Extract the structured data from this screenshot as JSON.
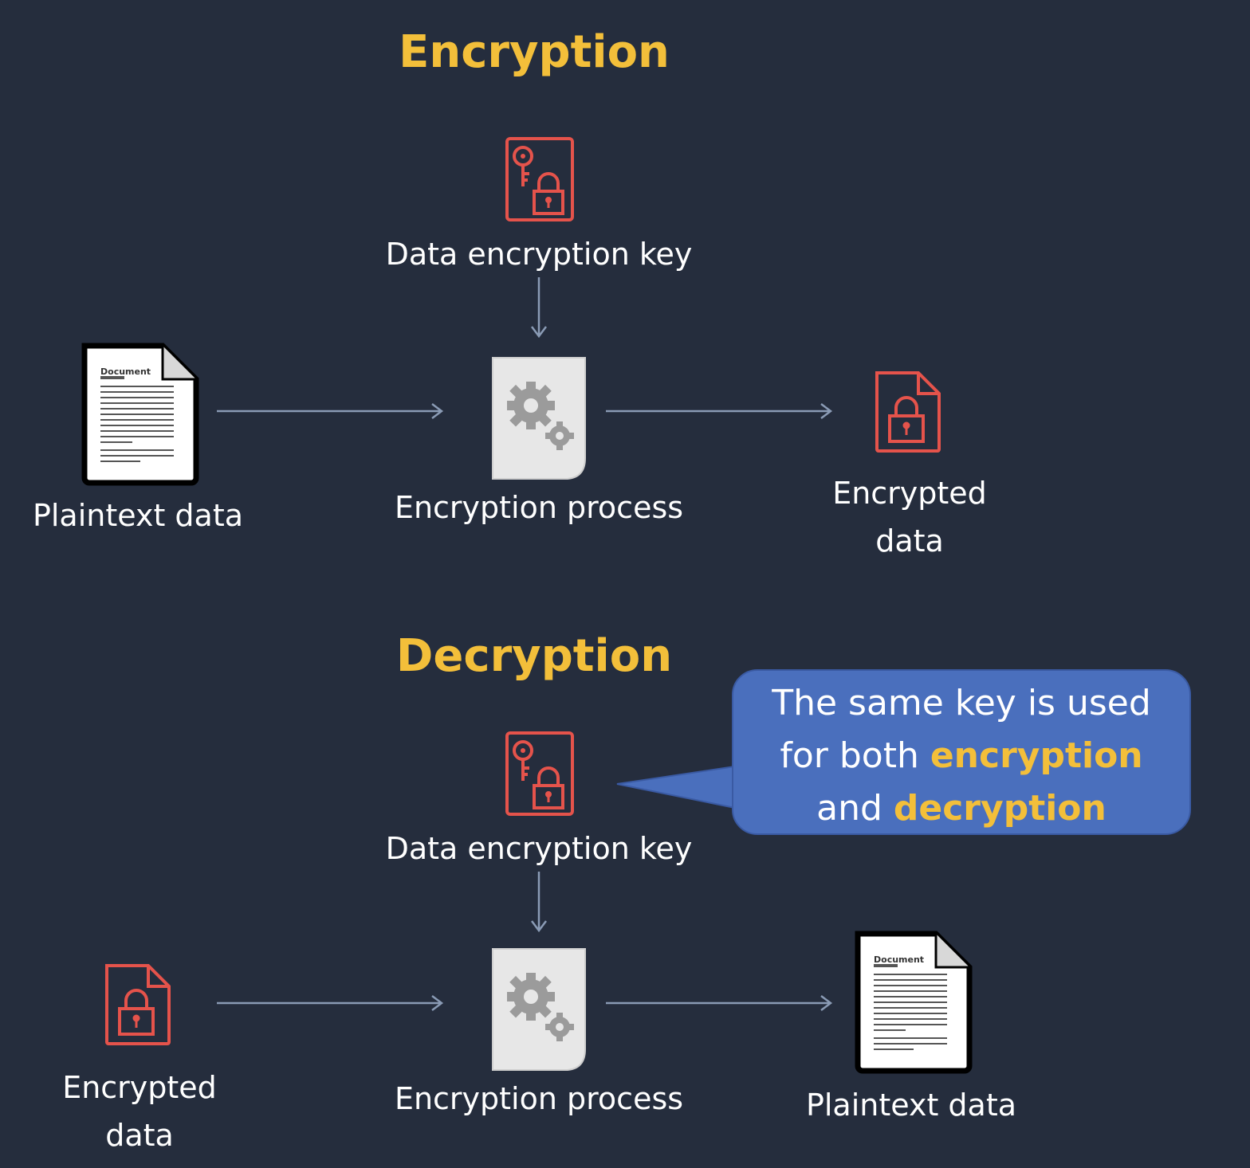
{
  "encryption": {
    "title": "Encryption",
    "key_label": "Data encryption key",
    "input_label": "Plaintext data",
    "process_label": "Encryption process",
    "output_label_line1": "Encrypted",
    "output_label_line2": "data",
    "doc_icon_title": "Document"
  },
  "decryption": {
    "title": "Decryption",
    "key_label": "Data encryption key",
    "input_label_line1": "Encrypted",
    "input_label_line2": "data",
    "process_label": "Encryption process",
    "output_label": "Plaintext data",
    "doc_icon_title": "Document"
  },
  "callout": {
    "line1": "The same key is used",
    "line2_prefix": "for both ",
    "line2_highlight": "encryption",
    "line3_prefix": "and ",
    "line3_highlight": "decryption"
  },
  "colors": {
    "background": "#252d3d",
    "title": "#f3bf3a",
    "icon_red": "#e5534b",
    "arrow": "#8a9bb5",
    "callout_bg": "#4a6fbd",
    "highlight": "#f3bf3a"
  },
  "icons": {
    "key": "key-lock-file-icon",
    "locked_file": "locked-file-icon",
    "document": "document-icon",
    "process": "gear-file-icon"
  }
}
